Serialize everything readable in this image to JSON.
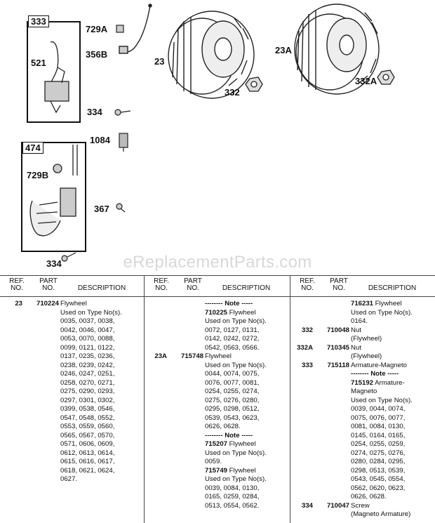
{
  "diagram": {
    "callouts": [
      "333",
      "729A",
      "356B",
      "521",
      "23",
      "332",
      "23A",
      "332A",
      "334",
      "1084",
      "474",
      "729B",
      "367",
      "334"
    ],
    "watermark": "eReplacementParts.com"
  },
  "table": {
    "headers": {
      "ref": "REF. NO.",
      "ref_1": "REF.",
      "ref_2": "NO.",
      "part_1": "PART",
      "part_2": "NO.",
      "desc": "DESCRIPTION"
    },
    "col1": [
      {
        "ref": "23",
        "part": "710224",
        "desc": "Flywheel"
      },
      {
        "ref": "",
        "part": "",
        "desc": "Used on Type No(s)."
      },
      {
        "ref": "",
        "part": "",
        "desc": "0035, 0037, 0038,"
      },
      {
        "ref": "",
        "part": "",
        "desc": "0042, 0046, 0047,"
      },
      {
        "ref": "",
        "part": "",
        "desc": "0053, 0070, 0088,"
      },
      {
        "ref": "",
        "part": "",
        "desc": "0099, 0121, 0122,"
      },
      {
        "ref": "",
        "part": "",
        "desc": "0137, 0235, 0236,"
      },
      {
        "ref": "",
        "part": "",
        "desc": "0238, 0239, 0242,"
      },
      {
        "ref": "",
        "part": "",
        "desc": "0246, 0247, 0251,"
      },
      {
        "ref": "",
        "part": "",
        "desc": "0258, 0270, 0271,"
      },
      {
        "ref": "",
        "part": "",
        "desc": "0275, 0290, 0293,"
      },
      {
        "ref": "",
        "part": "",
        "desc": "0297, 0301, 0302,"
      },
      {
        "ref": "",
        "part": "",
        "desc": "0399, 0538, 0546,"
      },
      {
        "ref": "",
        "part": "",
        "desc": "0547, 0548, 0552,"
      },
      {
        "ref": "",
        "part": "",
        "desc": "0553, 0559, 0560,"
      },
      {
        "ref": "",
        "part": "",
        "desc": "0565, 0567, 0570,"
      },
      {
        "ref": "",
        "part": "",
        "desc": "0571, 0606, 0609,"
      },
      {
        "ref": "",
        "part": "",
        "desc": "0612, 0613, 0614,"
      },
      {
        "ref": "",
        "part": "",
        "desc": "0615, 0616, 0617,"
      },
      {
        "ref": "",
        "part": "",
        "desc": "0618, 0621, 0624,"
      },
      {
        "ref": "",
        "part": "",
        "desc": "0627."
      }
    ],
    "col2": [
      {
        "ref": "",
        "part": "",
        "desc": "-------- Note -----",
        "note": true
      },
      {
        "ref": "",
        "part": "",
        "pn": "710225",
        "desc": " Flywheel"
      },
      {
        "ref": "",
        "part": "",
        "desc": "Used on Type No(s)."
      },
      {
        "ref": "",
        "part": "",
        "desc": "0072, 0127, 0131,"
      },
      {
        "ref": "",
        "part": "",
        "desc": "0142, 0242, 0272,"
      },
      {
        "ref": "",
        "part": "",
        "desc": "0542, 0563, 0566."
      },
      {
        "ref": "23A",
        "part": "715748",
        "desc": "Flywheel"
      },
      {
        "ref": "",
        "part": "",
        "desc": "Used on Type No(s)."
      },
      {
        "ref": "",
        "part": "",
        "desc": "0044, 0074, 0075,"
      },
      {
        "ref": "",
        "part": "",
        "desc": "0076, 0077, 0081,"
      },
      {
        "ref": "",
        "part": "",
        "desc": "0254, 0255, 0274,"
      },
      {
        "ref": "",
        "part": "",
        "desc": "0275, 0276, 0280,"
      },
      {
        "ref": "",
        "part": "",
        "desc": "0295, 0298, 0512,"
      },
      {
        "ref": "",
        "part": "",
        "desc": "0539, 0543, 0623,"
      },
      {
        "ref": "",
        "part": "",
        "desc": "0626, 0628."
      },
      {
        "ref": "",
        "part": "",
        "desc": "-------- Note -----",
        "note": true
      },
      {
        "ref": "",
        "part": "",
        "pn": "715207",
        "desc": " Flywheel"
      },
      {
        "ref": "",
        "part": "",
        "desc": "Used on Type No(s)."
      },
      {
        "ref": "",
        "part": "",
        "desc": "0059."
      },
      {
        "ref": "",
        "part": "",
        "pn": "715749",
        "desc": " Flywheel"
      },
      {
        "ref": "",
        "part": "",
        "desc": "Used on Type No(s)."
      },
      {
        "ref": "",
        "part": "",
        "desc": "0039, 0084, 0130,"
      },
      {
        "ref": "",
        "part": "",
        "desc": "0165, 0259, 0284,"
      },
      {
        "ref": "",
        "part": "",
        "desc": "0513, 0554, 0562."
      }
    ],
    "col3": [
      {
        "ref": "",
        "part": "",
        "pn": "716231",
        "desc": " Flywheel"
      },
      {
        "ref": "",
        "part": "",
        "desc": "Used on Type No(s)."
      },
      {
        "ref": "",
        "part": "",
        "desc": "0164."
      },
      {
        "ref": "332",
        "part": "710048",
        "desc": "Nut"
      },
      {
        "ref": "",
        "part": "",
        "desc": "(Flywheel)"
      },
      {
        "ref": "332A",
        "part": "710345",
        "desc": "Nut"
      },
      {
        "ref": "",
        "part": "",
        "desc": "(Flywheel)"
      },
      {
        "ref": "333",
        "part": "715118",
        "desc": "Armature-Magneto"
      },
      {
        "ref": "",
        "part": "",
        "desc": "-------- Note -----",
        "note": true
      },
      {
        "ref": "",
        "part": "",
        "pn": "715192",
        "desc": " Armature-"
      },
      {
        "ref": "",
        "part": "",
        "desc": "Magneto"
      },
      {
        "ref": "",
        "part": "",
        "desc": "Used on Type No(s)."
      },
      {
        "ref": "",
        "part": "",
        "desc": "0039, 0044, 0074,"
      },
      {
        "ref": "",
        "part": "",
        "desc": "0075, 0076, 0077,"
      },
      {
        "ref": "",
        "part": "",
        "desc": "0081, 0084, 0130,"
      },
      {
        "ref": "",
        "part": "",
        "desc": "0145, 0164, 0165,"
      },
      {
        "ref": "",
        "part": "",
        "desc": "0254, 0255, 0259,"
      },
      {
        "ref": "",
        "part": "",
        "desc": "0274, 0275, 0276,"
      },
      {
        "ref": "",
        "part": "",
        "desc": "0280, 0284, 0295,"
      },
      {
        "ref": "",
        "part": "",
        "desc": "0298, 0513, 0539,"
      },
      {
        "ref": "",
        "part": "",
        "desc": "0543, 0545, 0554,"
      },
      {
        "ref": "",
        "part": "",
        "desc": "0562, 0620, 0623,"
      },
      {
        "ref": "",
        "part": "",
        "desc": "0626, 0628."
      },
      {
        "ref": "334",
        "part": "710047",
        "desc": "Screw"
      },
      {
        "ref": "",
        "part": "",
        "desc": "(Magneto Armature)"
      }
    ]
  }
}
